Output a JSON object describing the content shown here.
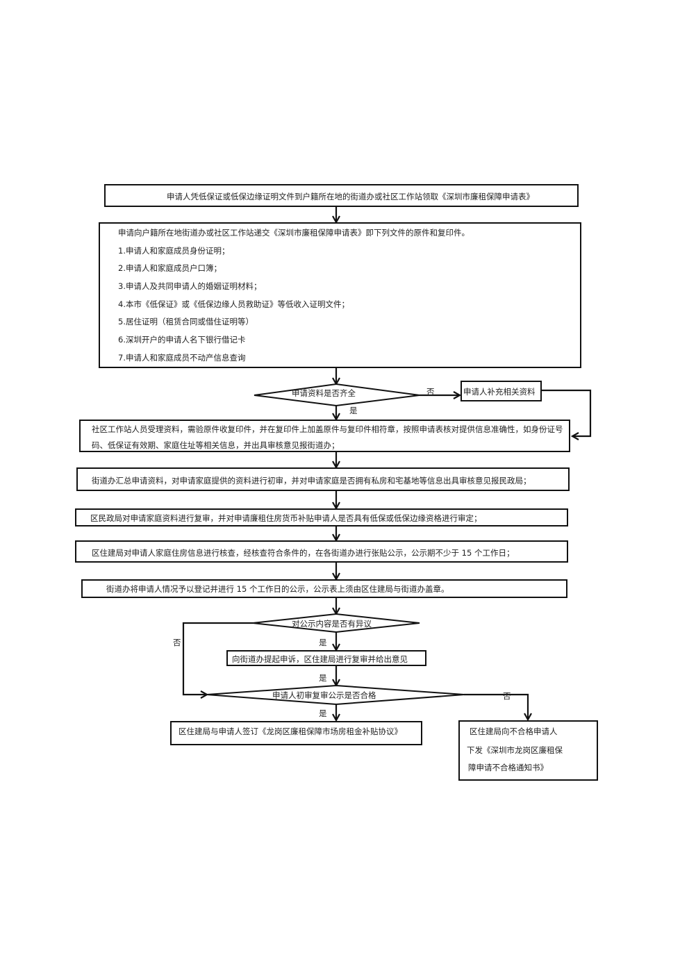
{
  "flowchart": {
    "step1": "申请人凭低保证或低保边缘证明文件到户籍所在地的街道办或社区工作站领取《深圳市廉租保障申请表》",
    "step2": {
      "intro": "申请向户籍所在地街道办或社区工作站递交《深圳市廉租保障申请表》即下列文件的原件和复印件。",
      "items": [
        "1.申请人和家庭成员身份证明；",
        "2.申请人和家庭成员户口簿；",
        "3.申请人及共同申请人的婚姻证明材料；",
        "4.本市《低保证》或《低保边缘人员救助证》等低收入证明文件；",
        "5.居住证明（租赁合同或借住证明等）",
        "6.深圳开户的申请人名下银行借记卡",
        "7.申请人和家庭成员不动产信息查询"
      ]
    },
    "decision1": {
      "question": "申请资料是否齐全",
      "no_label": "否",
      "yes_label": "是",
      "no_action": "申请人补充相关资料"
    },
    "step3": {
      "line1": "社区工作站人员受理资料，需验原件收复印件，并在复印件上加盖原件与复印件相符章，按照申请表核对提供信息准确性，如身份证号",
      "line2": "码、低保证有效期、家庭住址等相关信息，并出具审核意见报街道办；"
    },
    "step4": "街道办汇总申请资料，对申请家庭提供的资料进行初审，并对申请家庭是否拥有私房和宅基地等信息出具审核意见报民政局；",
    "step5": "区民政局对申请家庭资料进行复审，并对申请廉租住房货币补贴申请人是否具有低保或低保边缘资格进行审定；",
    "step6": "区住建局对申请人家庭住房信息进行核查，经核查符合条件的，在各街道办进行张贴公示，公示期不少于 15 个工作日；",
    "step7": "街道办将申请人情况予以登记并进行 15 个工作日的公示，公示表上须由区住建局与街道办盖章。",
    "decision2": {
      "question": "对公示内容是否有异议",
      "no_label": "否",
      "yes_label": "是"
    },
    "step8": "向街道办提起申诉，区住建局进行复审并给出意见",
    "decision3": {
      "question": "申请人初审复审公示是否合格",
      "yes_label": "是",
      "yes_label_above": "是",
      "no_label": "否"
    },
    "result_pass": "区住建局与申请人签订《龙岗区廉租保障市场房租金补贴协议》",
    "result_fail": {
      "line1": "区住建局向不合格申请人",
      "line2": "下发《深圳市龙岗区廉租保",
      "line3": " 障申请不合格通知书》"
    }
  }
}
